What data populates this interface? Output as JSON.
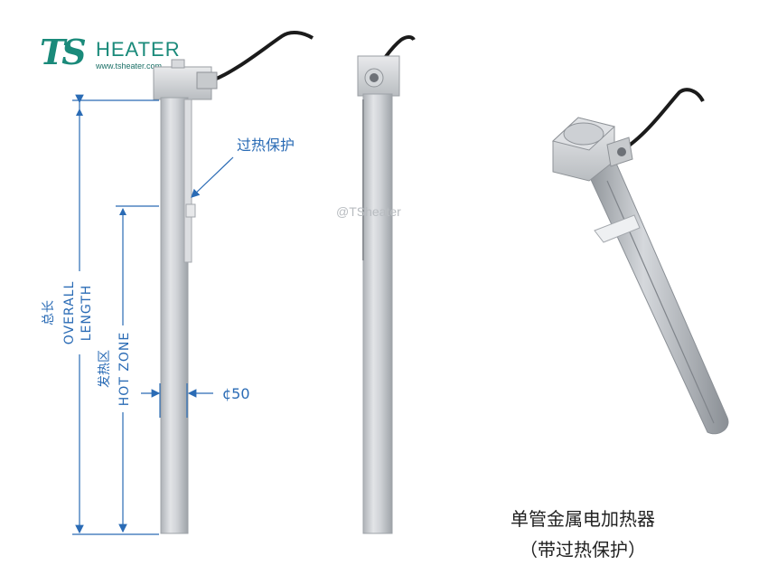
{
  "logo": {
    "mark": "TS",
    "word": "HEATER",
    "url": "www.tsheater.com"
  },
  "watermark": "@TSheater",
  "labels": {
    "overheat_protection": "过热保护",
    "overall_cn": "总长",
    "overall_en_1": "OVERALL",
    "overall_en_2": "LENGTH",
    "hot_zone_cn": "发热区",
    "hot_zone_en": "HOT ZONE",
    "diameter": "¢50"
  },
  "caption": {
    "line1": "单管金属电加热器",
    "line2": "（带过热保护）"
  },
  "colors": {
    "dimension": "#2a6bb5",
    "brand": "#1a8a7a",
    "tube": "#c9ccd0"
  }
}
